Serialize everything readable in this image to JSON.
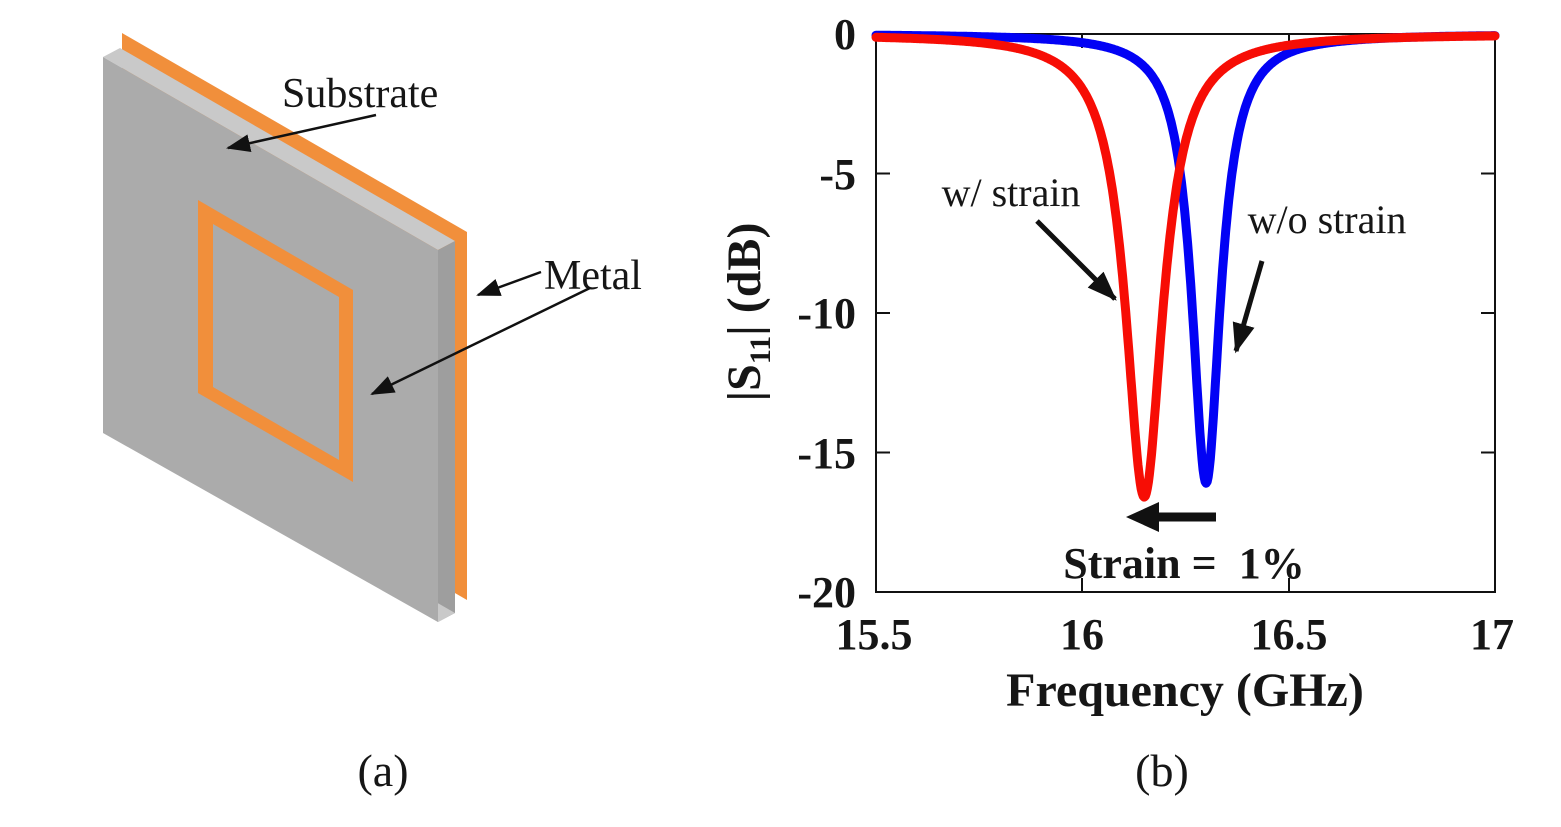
{
  "figure": {
    "panel_a": {
      "caption": "(a)",
      "substrate_label": "Substrate",
      "metal_label": "Metal",
      "colors": {
        "substrate_front": "#ababab",
        "substrate_top_bevel": "#c9c9c9",
        "substrate_side": "#9e9e9e",
        "metal": "#f18f3b"
      }
    },
    "panel_b": {
      "caption": "(b)"
    }
  },
  "chart_data": {
    "type": "line",
    "title": "",
    "xlabel": "Frequency (GHz)",
    "ylabel": "|S11| (dB)",
    "ylabel_parts": {
      "pre": "|S",
      "sub": "11",
      "post": "| (dB)"
    },
    "xlim": [
      15.5,
      17
    ],
    "ylim": [
      -20,
      0
    ],
    "xticks": [
      15.5,
      16,
      16.5,
      17
    ],
    "xtick_labels": [
      "15.5",
      "16",
      "16.5",
      "17"
    ],
    "yticks": [
      0,
      -5,
      -10,
      -15,
      -20
    ],
    "ytick_labels": [
      "0",
      "-5",
      "-10",
      "-15",
      "-20"
    ],
    "grid": false,
    "legend": "none (inline text annotations)",
    "series": [
      {
        "name": "w/o strain",
        "color": "#0202f5",
        "shape": "lorentzian_dip",
        "f0_ghz": 16.3,
        "min_db": -16.1,
        "hwhm_ghz": 0.042
      },
      {
        "name": "w/ strain",
        "color": "#f70d05",
        "shape": "lorentzian_dip",
        "f0_ghz": 16.15,
        "min_db": -16.6,
        "hwhm_ghz": 0.055
      }
    ],
    "annotations": {
      "w_strain": "w/ strain",
      "wo_strain": "w/o strain",
      "strain_value": "Strain =  1%",
      "shift_arrow_direction": "left"
    }
  }
}
